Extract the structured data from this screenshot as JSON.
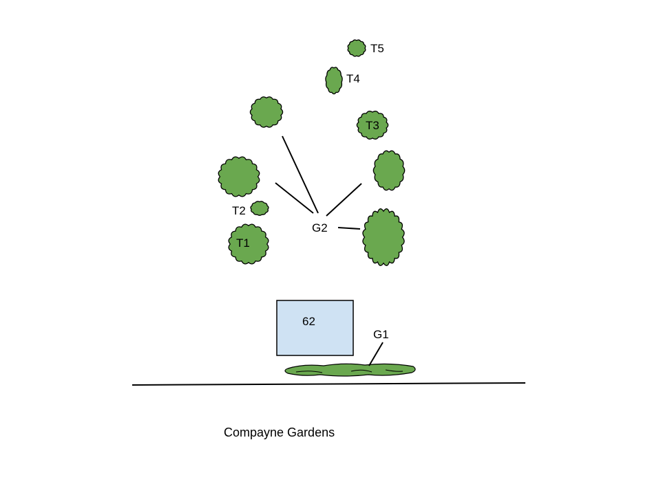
{
  "colors": {
    "canopy": "#6aa84f",
    "building": "#cfe2f3",
    "outline": "#000000"
  },
  "trees": {
    "t1": {
      "label": "T1",
      "icon": "tree-canopy-icon"
    },
    "t2": {
      "label": "T2",
      "icon": "tree-canopy-icon"
    },
    "t3": {
      "label": "T3",
      "icon": "tree-canopy-icon"
    },
    "t4": {
      "label": "T4",
      "icon": "tree-canopy-icon"
    },
    "t5": {
      "label": "T5",
      "icon": "tree-canopy-icon"
    }
  },
  "groups": {
    "g1": {
      "label": "G1"
    },
    "g2": {
      "label": "G2"
    }
  },
  "building": {
    "label": "62"
  },
  "street": {
    "label": "Compayne Gardens"
  }
}
